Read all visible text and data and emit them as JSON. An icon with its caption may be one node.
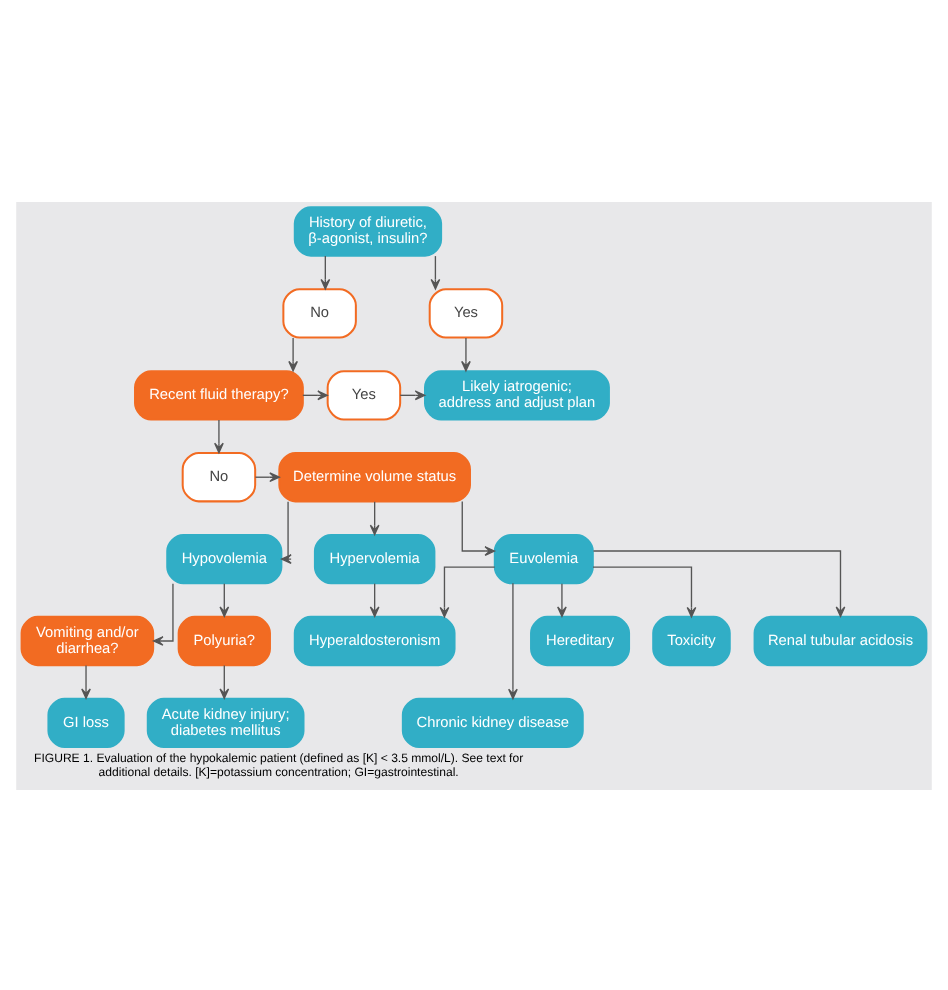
{
  "diagram": {
    "caption": "FIGURE 1. Evaluation of the hypokalemic patient (defined as [K] < 3.5 mmol/L). See text for additional details. [K]=potassium concentration; GI=gastrointestinal.",
    "nodes": [
      {
        "text": [
          "History of diuretic, β-agonist, insulin?"
        ]
      },
      {
        "text": [
          "Yes"
        ]
      },
      {
        "text": [
          "No"
        ]
      },
      {
        "text": [
          "Likely iatrogenic; address and adjust plan"
        ]
      },
      {
        "text": [
          "Yes"
        ]
      },
      {
        "text": [
          "Recent fluid therapy?"
        ]
      },
      {
        "text": [
          "Determine volume status"
        ]
      },
      {
        "text": [
          "No"
        ]
      },
      {
        "text": [
          "Hypovolemia"
        ]
      },
      {
        "text": [
          "Euvolemia"
        ]
      },
      {
        "text": [
          "Hypervolemia"
        ]
      },
      {
        "text": [
          "Polyuria?"
        ]
      },
      {
        "text": [
          "Hereditary"
        ]
      },
      {
        "text": [
          "Hyperaldosteronism"
        ]
      },
      {
        "text": [
          "Vomiting and/or diarrhea?"
        ]
      },
      {
        "text": [
          "Toxicity"
        ]
      },
      {
        "text": [
          "Renal tubular acidosis"
        ]
      },
      {
        "text": [
          "GI loss"
        ]
      },
      {
        "text": [
          "Acute kidney injury; diabetes mellitus"
        ]
      },
      {
        "text": [
          "Chronic kidney disease"
        ]
      }
    ],
    "edges": [
      {
        "from": 0,
        "to": 1,
        "arrow": "to"
      },
      {
        "from": 0,
        "to": 2,
        "arrow": "to"
      },
      {
        "from": 1,
        "to": 3,
        "arrow": "to"
      },
      {
        "from": 2,
        "to": 5,
        "arrow": "to"
      },
      {
        "from": 5,
        "to": 4,
        "arrow": "to"
      },
      {
        "from": 4,
        "to": 3,
        "arrow": "to"
      },
      {
        "from": 5,
        "to": 7,
        "arrow": "to"
      },
      {
        "from": 7,
        "to": 6,
        "arrow": "to"
      },
      {
        "from": 6,
        "to": 8,
        "arrow": "to"
      },
      {
        "from": 6,
        "to": 9,
        "arrow": "to"
      },
      {
        "from": 6,
        "to": 10,
        "arrow": "to"
      },
      {
        "from": 8,
        "to": 14,
        "arrow": "to"
      },
      {
        "from": 8,
        "to": 11,
        "arrow": "to"
      },
      {
        "from": 9,
        "to": 15,
        "arrow": "to"
      },
      {
        "from": 9,
        "to": 12,
        "arrow": "to"
      },
      {
        "from": 9,
        "to": 19,
        "arrow": "to"
      },
      {
        "from": 9,
        "to": 16,
        "arrow": "to"
      },
      {
        "from": 9,
        "to": 13,
        "arrow": "to"
      },
      {
        "from": 10,
        "to": 13,
        "arrow": "to"
      },
      {
        "from": 14,
        "to": 17,
        "arrow": "to"
      },
      {
        "from": 11,
        "to": 18,
        "arrow": "to"
      }
    ]
  }
}
